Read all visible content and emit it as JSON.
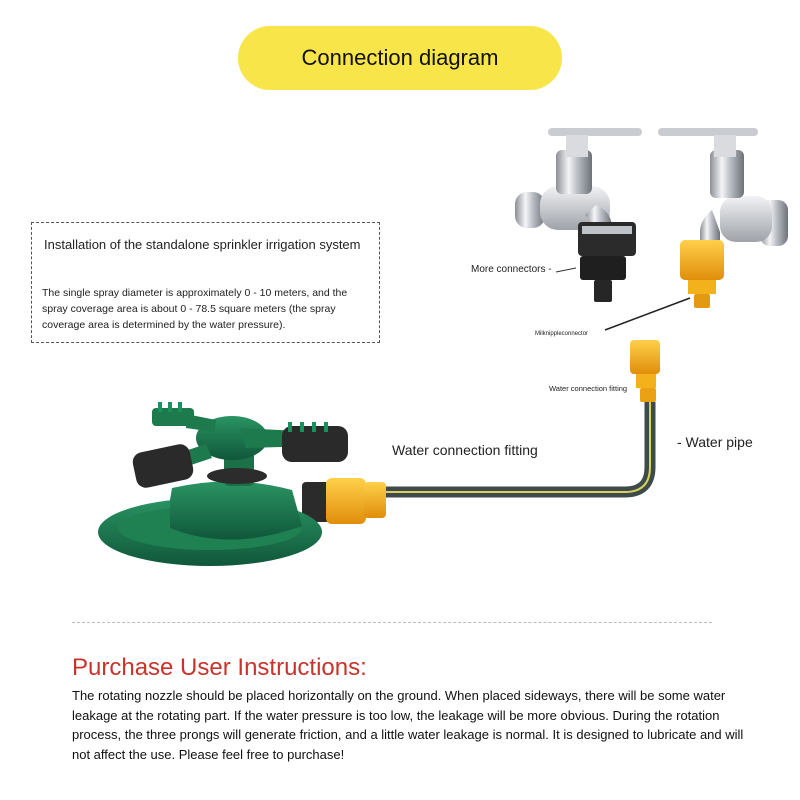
{
  "header": {
    "title": "Connection diagram"
  },
  "info_box": {
    "title": "Installation of the standalone sprinkler irrigation system",
    "body": "The single spray diameter is approximately 0 - 10 meters, and the spray coverage area is about 0 - 78.5 square meters (the spray coverage area is determined by the water pressure)."
  },
  "labels": {
    "more_connectors": "More connectors -",
    "milk_nipple": "Milknippleconnector",
    "water_fitting_small": "Water connection fitting",
    "water_fitting_large": "Water connection fitting",
    "water_pipe": "- Water pipe"
  },
  "instructions": {
    "title": "Purchase User Instructions:",
    "text": "The rotating nozzle should be placed horizontally on the ground. When placed sideways, there will be some water leakage at the rotating part. If the water pressure is too low, the leakage will be more obvious. During the rotation process, the three prongs will generate friction, and a little water leakage is normal. It is designed to lubricate and will not affect the use. Please feel free to purchase!"
  },
  "colors": {
    "header_pill": "#f7e54a",
    "instructions_title": "#c8342c",
    "sprinkler_green": "#1d7a4f",
    "connector_orange": "#f0a818",
    "hose_stripe": "#d8d25a"
  }
}
